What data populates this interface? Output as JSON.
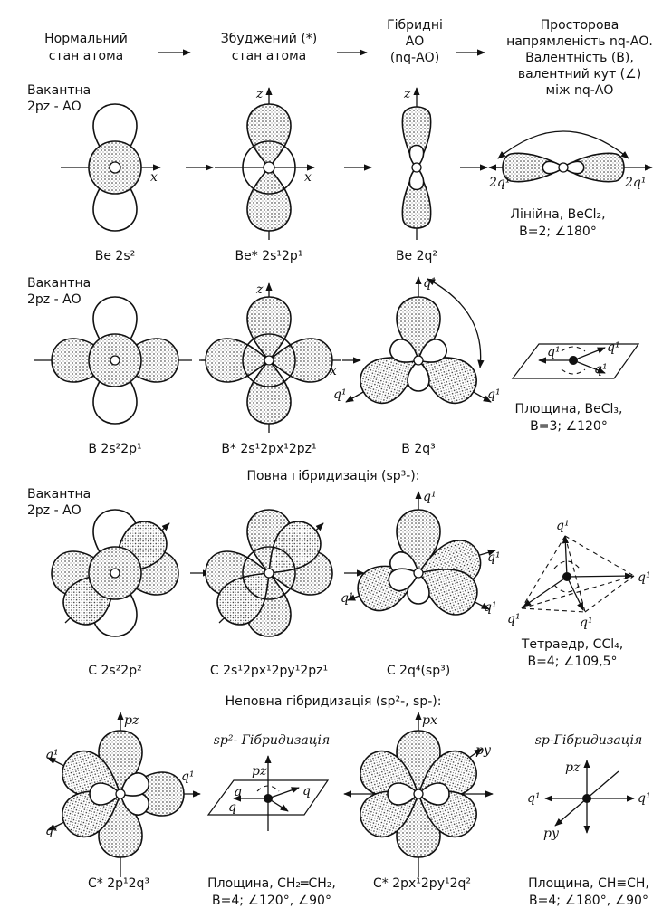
{
  "header": {
    "col1": [
      "Нормальний",
      "стан атома"
    ],
    "col2": [
      "Збуджений (*)",
      "стан атома"
    ],
    "col3": [
      "Гібридні",
      "АО",
      "(nq-АО)"
    ],
    "col4": [
      "Просторова",
      "напрямленість nq-АО.",
      "Валентність (В),",
      "валентний кут (∠)",
      "між nq-АО"
    ]
  },
  "rows": {
    "be": {
      "vacant": [
        "Вакантна",
        "2pz - АО"
      ],
      "label1": "Be 2s²",
      "label2": "Be* 2s¹2p¹",
      "label3": "Be 2q²",
      "q_left": "2q¹",
      "q_right": "2q¹",
      "desc": [
        "Лінійна, BeCl₂,",
        "B=2;  ∠180°"
      ]
    },
    "b": {
      "vacant": [
        "Вакантна",
        "2pz - АО"
      ],
      "label1": "B 2s²2p¹",
      "label2": "B* 2s¹2px¹2pz¹",
      "label3": "B 2q³",
      "desc": [
        "Площина, BeCl₃,",
        "B=3;  ∠120°"
      ]
    },
    "c_section": "Повна гібридизація (sp³-):",
    "c": {
      "vacant": [
        "Вакантна",
        "2pz - АО"
      ],
      "label1": "C 2s²2p²",
      "label2": "C 2s¹2px¹2py¹2pz¹",
      "label3": "C 2q⁴(sp³)",
      "desc": [
        "Тетраедр,  CCl₄,",
        "B=4;  ∠109,5°"
      ]
    },
    "partial_section": "Неповна гібридизація (sp²-, sp-):",
    "partial": {
      "sp2_title": "sp²- Гібридизація",
      "sp_title": "sp-Гібридизація",
      "label1": "C* 2p¹2q³",
      "desc2": [
        "Площина, CH₂═CH₂,",
        "B=4;  ∠120°, ∠90°"
      ],
      "label3": "C* 2px¹2py¹2q²",
      "desc4": [
        "Площина, CH≡CH,",
        "B=4;  ∠180°, ∠90°"
      ]
    }
  },
  "axis": {
    "z": "z",
    "x": "x",
    "q": "q",
    "q1": "q¹",
    "pz": "pz",
    "px": "px",
    "py": "py"
  }
}
